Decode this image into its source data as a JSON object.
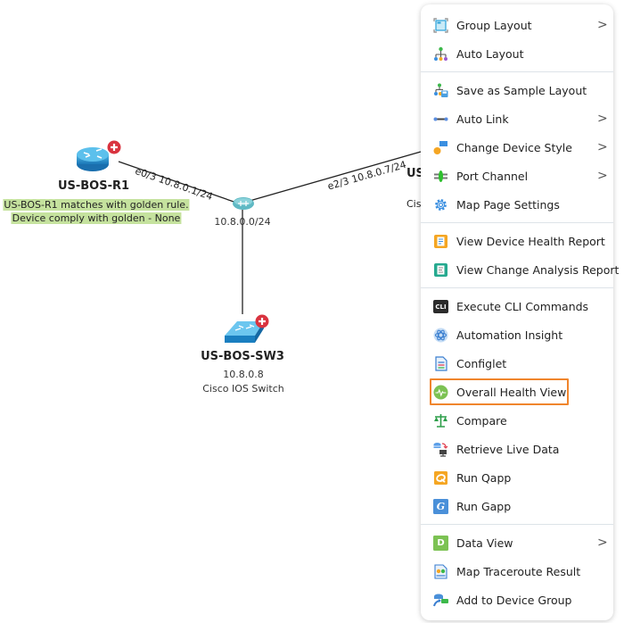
{
  "topology": {
    "devices": [
      {
        "name": "US-BOS-R1",
        "type": "router",
        "notes": [
          "US-BOS-R1 matches with golden rule.",
          "Device comply with golden - None"
        ]
      },
      {
        "name": "US-BOS-SW3",
        "ip": "10.8.0.8",
        "model": "Cisco IOS Switch",
        "type": "switch"
      },
      {
        "name_partial": "US",
        "model_partial": "Cis"
      }
    ],
    "subnet": {
      "label": "10.8.0.0/24"
    },
    "links": [
      {
        "label": "e0/3 10.8.0.1/24"
      },
      {
        "label": "e2/3 10.8.0.7/24"
      }
    ]
  },
  "context_menu": {
    "highlight_color": "#f0852d",
    "groups": [
      [
        {
          "label": "Group Layout",
          "icon": "group-layout-icon",
          "submenu": true
        },
        {
          "label": "Auto Layout",
          "icon": "auto-layout-icon",
          "submenu": false
        }
      ],
      [
        {
          "label": "Save as Sample Layout",
          "icon": "save-sample-layout-icon",
          "submenu": false
        },
        {
          "label": "Auto Link",
          "icon": "auto-link-icon",
          "submenu": true
        },
        {
          "label": "Change Device Style",
          "icon": "device-style-icon",
          "submenu": true
        },
        {
          "label": "Port Channel",
          "icon": "port-channel-icon",
          "submenu": true
        },
        {
          "label": "Map Page Settings",
          "icon": "gear-icon",
          "submenu": false
        }
      ],
      [
        {
          "label": "View Device Health Report",
          "icon": "health-report-icon",
          "submenu": false
        },
        {
          "label": "View Change Analysis Report",
          "icon": "change-report-icon",
          "submenu": false
        }
      ],
      [
        {
          "label": "Execute CLI Commands",
          "icon": "cli-icon",
          "submenu": false
        },
        {
          "label": "Automation Insight",
          "icon": "automation-insight-icon",
          "submenu": false
        },
        {
          "label": "Configlet",
          "icon": "configlet-icon",
          "submenu": false
        },
        {
          "label": "Overall Health View",
          "icon": "health-view-icon",
          "submenu": false,
          "highlighted": true
        },
        {
          "label": "Compare",
          "icon": "compare-scale-icon",
          "submenu": false
        },
        {
          "label": "Retrieve Live Data",
          "icon": "retrieve-live-data-icon",
          "submenu": false
        },
        {
          "label": "Run Qapp",
          "icon": "qapp-icon",
          "submenu": false
        },
        {
          "label": "Run Gapp",
          "icon": "gapp-icon",
          "submenu": false
        }
      ],
      [
        {
          "label": "Data View",
          "icon": "data-view-icon",
          "submenu": true
        },
        {
          "label": "Map Traceroute Result",
          "icon": "traceroute-icon",
          "submenu": false
        },
        {
          "label": "Add to Device Group",
          "icon": "device-group-icon",
          "submenu": false
        }
      ]
    ],
    "chevron": ">",
    "cli_badge": "CLI",
    "data_view_badge": "D",
    "gapp_badge": "G"
  }
}
